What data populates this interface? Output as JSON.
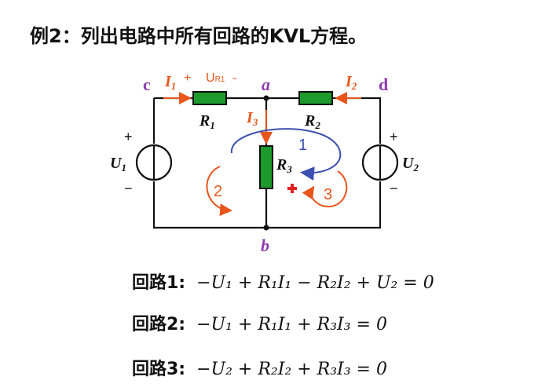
{
  "title": "例2：列出电路中所有回路的KVL方程。",
  "nodes": {
    "a": "a",
    "b": "b",
    "c": "c",
    "d": "d"
  },
  "currents": {
    "i1": "I",
    "i1_sub": "1",
    "i2": "I",
    "i2_sub": "2",
    "i3": "I",
    "i3_sub": "3"
  },
  "resistors": {
    "r1": "R",
    "r1_sub": "1",
    "r2": "R",
    "r2_sub": "2",
    "r3": "R",
    "r3_sub": "3"
  },
  "sources": {
    "u1": "U",
    "u1_sub": "1",
    "u2": "U",
    "u2_sub": "2",
    "plus": "+",
    "minus": "−"
  },
  "annotation": {
    "plus": "+",
    "handwritten": "U",
    "handwritten_sub": "R1",
    "minus": "-"
  },
  "loops": {
    "loop1": "1",
    "loop2": "2",
    "loop3": "3"
  },
  "equations": [
    {
      "label": "回路1:",
      "expr": "−U₁ + R₁I₁ − R₂I₂ + U₂ = 0"
    },
    {
      "label": "回路2:",
      "expr": "−U₁ + R₁I₁ + R₃I₃ = 0"
    },
    {
      "label": "回路3:",
      "expr": "−U₂ + R₂I₂ + R₃I₃ = 0"
    }
  ],
  "colors": {
    "wire": "#111111",
    "resistor": "#1c9a2c",
    "current": "#e8561c",
    "node_label": "#8e3fb0",
    "loop1": "#3d4fb0",
    "loop_23": "#e8561c"
  }
}
